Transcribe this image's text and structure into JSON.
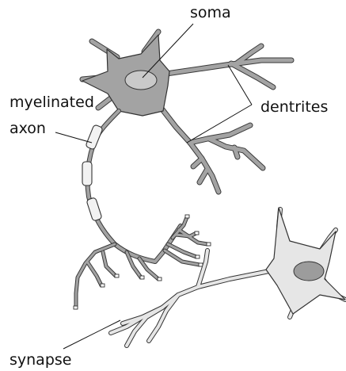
{
  "labels": {
    "soma": "soma",
    "myelinated": "myelinated",
    "axon": "axon",
    "dentrites": "dentrites",
    "synapse": "synapse"
  },
  "colors": {
    "neuron_upper": "#a3a3a3",
    "neuron_lower": "#e6e6e6",
    "nucleus_upper": "#c9c9c9",
    "nucleus_lower": "#9c9c9c",
    "myelin": "#f2f2f2",
    "outline": "#333333",
    "pointer": "#111111"
  }
}
